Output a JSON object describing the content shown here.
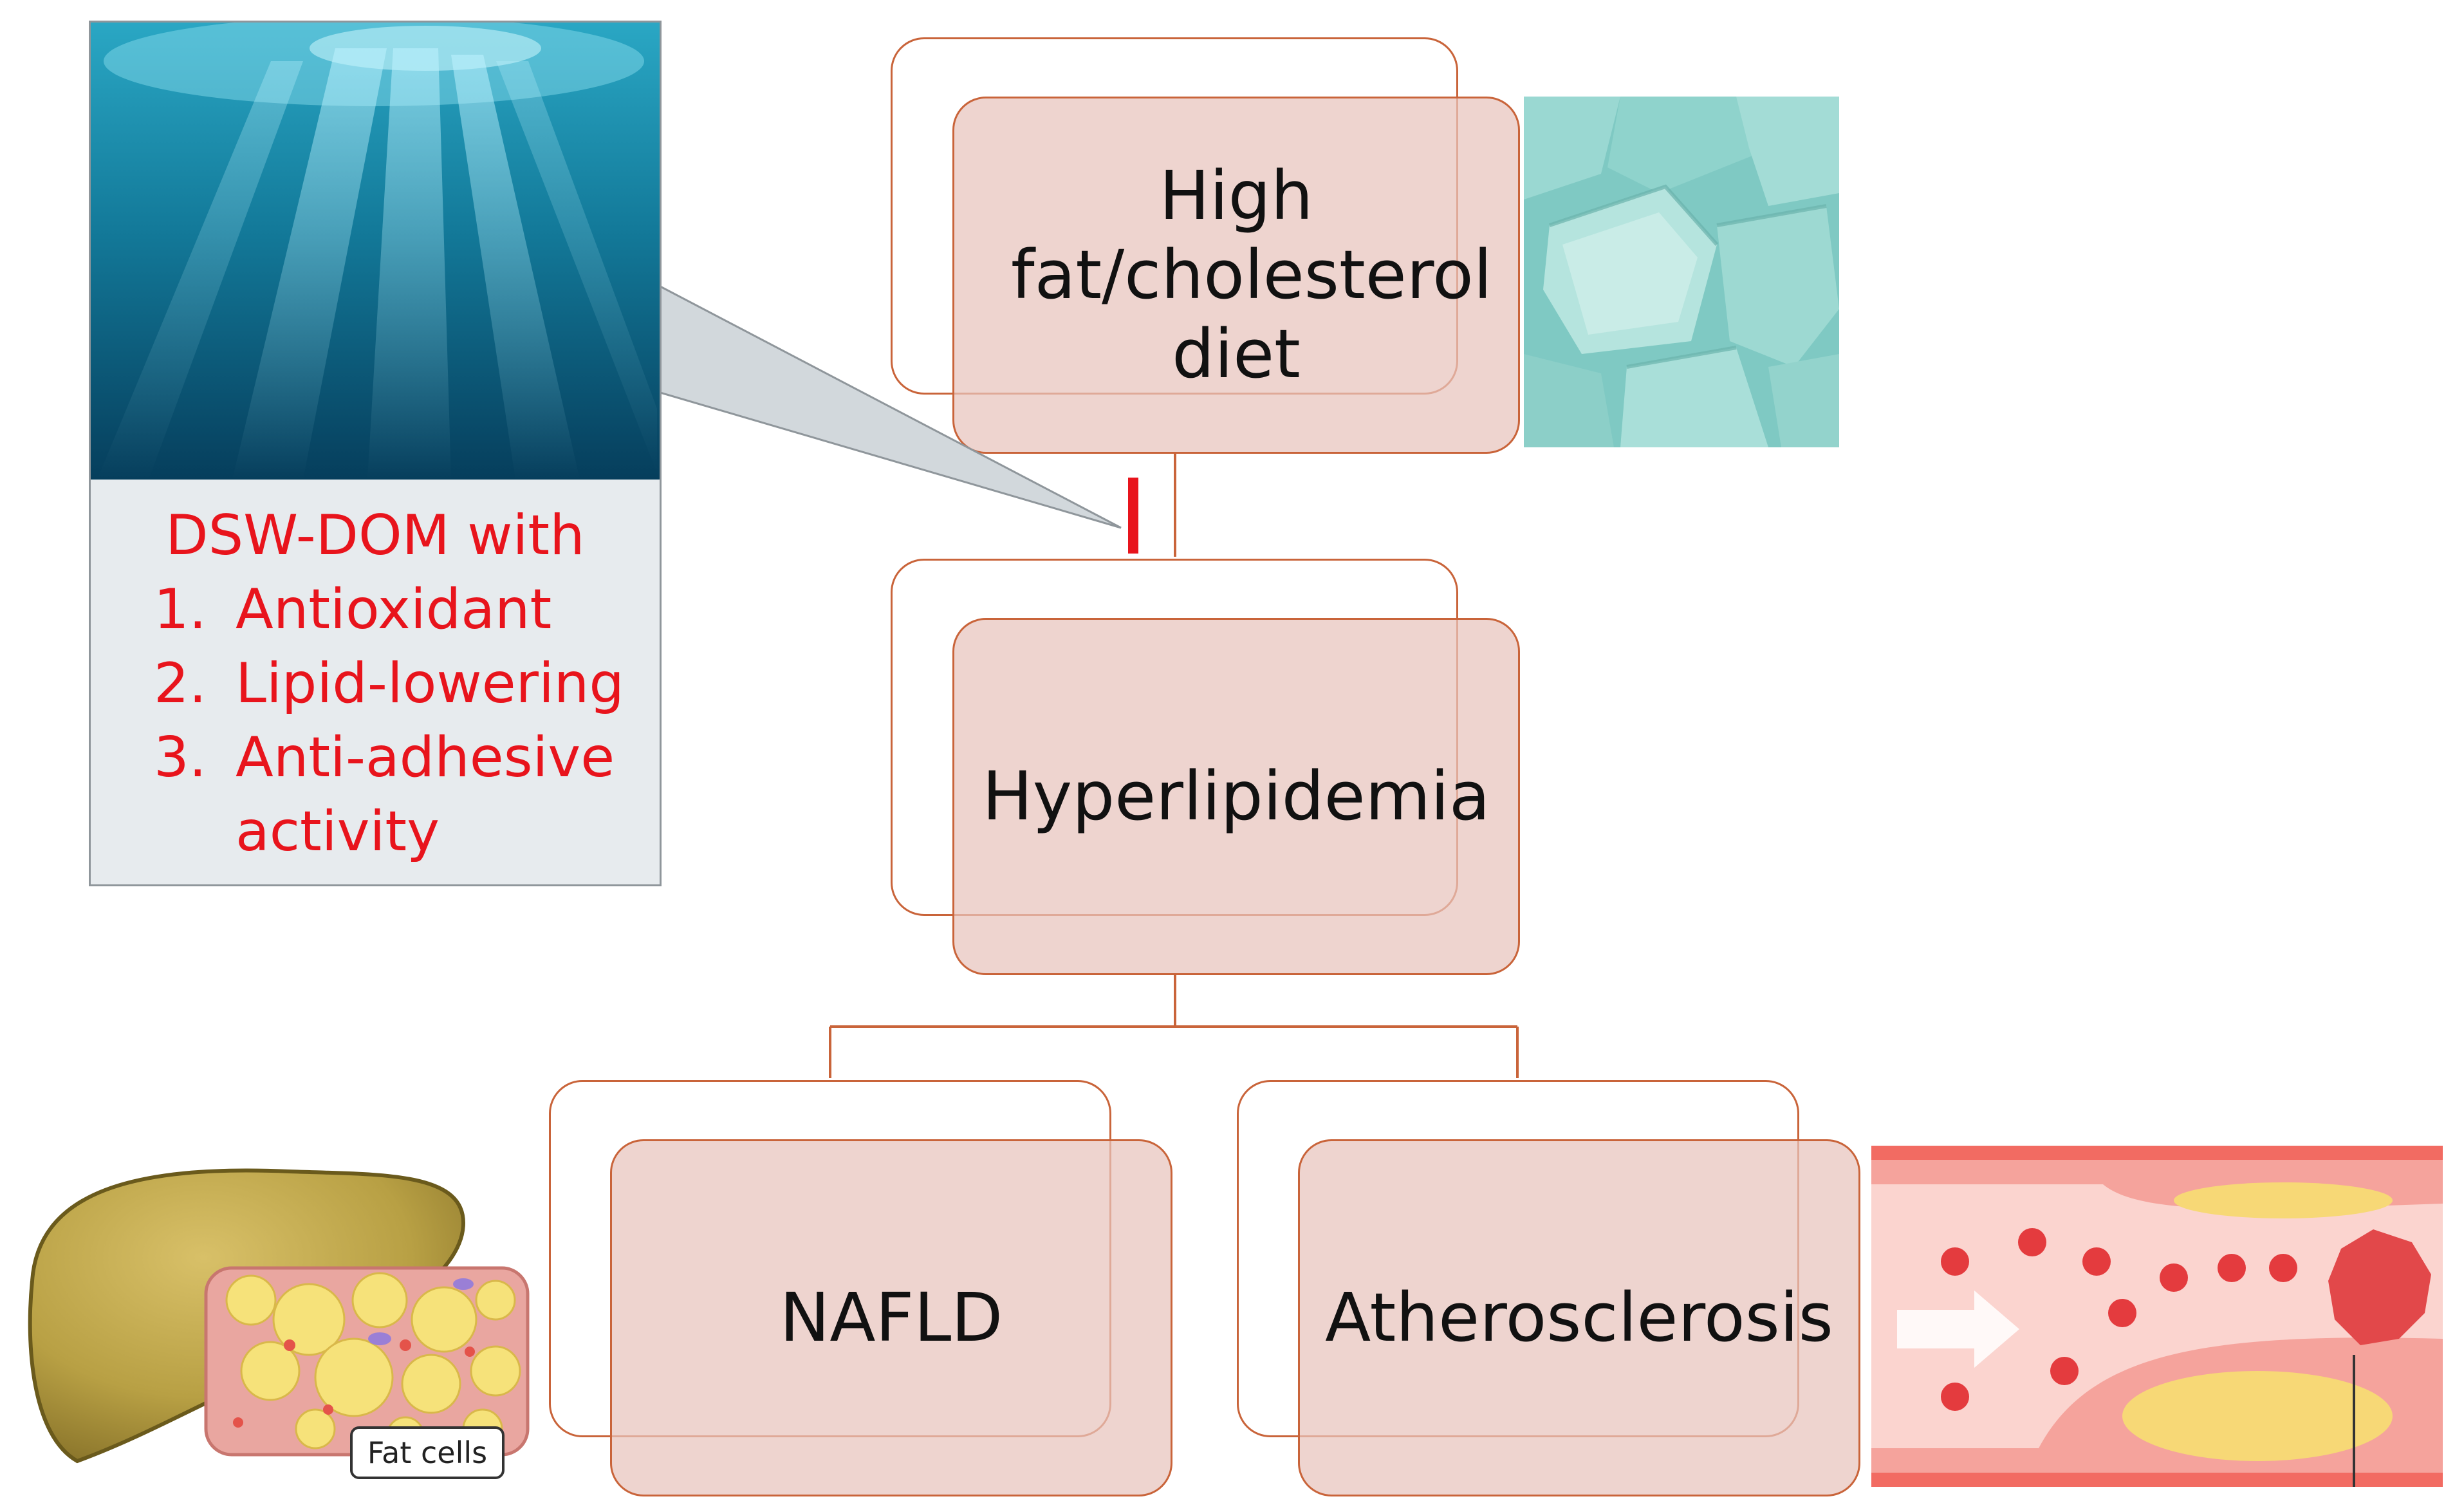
{
  "diagram": {
    "boxes": {
      "diet": "High fat/cholesterol diet",
      "hyperlipidemia": "Hyperlipidemia",
      "nafld": "NAFLD",
      "atherosclerosis": "Atherosclerosis"
    },
    "callout": {
      "title": "DSW-DOM with",
      "items": [
        {
          "number": "1.",
          "text": "Antioxidant"
        },
        {
          "number": "2.",
          "text": "Lipid-lowering"
        },
        {
          "number": "3.",
          "text": "Anti-adhesive activity"
        }
      ]
    },
    "liver_label": "Fat cells",
    "colors": {
      "box_fill": "#e8c4bc",
      "box_border": "#c9643a",
      "callout_text": "#e8141c",
      "inhibitor_bar": "#e8141c",
      "callout_bg": "#e7ebee"
    }
  }
}
